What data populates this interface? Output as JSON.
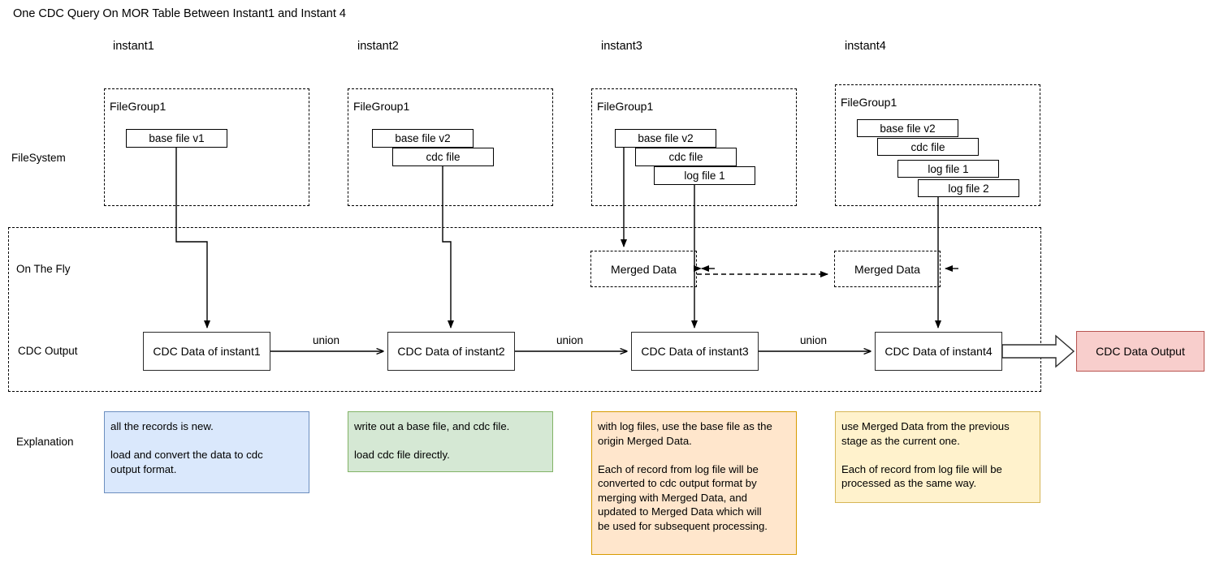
{
  "title": "One CDC Query On MOR Table Between Instant1 and Instant 4",
  "columns": [
    {
      "label": "instant1"
    },
    {
      "label": "instant2"
    },
    {
      "label": "instant3"
    },
    {
      "label": "instant4"
    }
  ],
  "rows": {
    "filesystem": "FileSystem",
    "on_the_fly": "On The Fly",
    "cdc_output": "CDC Output",
    "explanation": "Explanation"
  },
  "filegroups": [
    {
      "label": "FileGroup1",
      "files": [
        "base file v1"
      ]
    },
    {
      "label": "FileGroup1",
      "files": [
        "base file v2",
        "cdc file"
      ]
    },
    {
      "label": "FileGroup1",
      "files": [
        "base file v2",
        "cdc file",
        "log file 1"
      ]
    },
    {
      "label": "FileGroup1",
      "files": [
        "base file v2",
        "cdc file",
        "log file 1",
        "log file 2"
      ]
    }
  ],
  "merged_data": [
    {
      "label": "Merged Data"
    },
    {
      "label": "Merged Data"
    }
  ],
  "cdc_boxes": [
    {
      "label": "CDC Data of instant1"
    },
    {
      "label": "CDC Data of instant2"
    },
    {
      "label": "CDC Data of instant3"
    },
    {
      "label": "CDC Data of instant4"
    }
  ],
  "union_labels": [
    "union",
    "union",
    "union"
  ],
  "output": {
    "label": "CDC Data Output",
    "fill": "#f8cecc",
    "stroke": "#b85450"
  },
  "explanations": [
    {
      "text": "all the records is new.\n\nload and convert the data to cdc\noutput format.",
      "fill": "#dae8fc",
      "stroke": "#6c8ebf"
    },
    {
      "text": "write out a base file, and cdc file.\n\nload cdc file directly.",
      "fill": "#d5e8d4",
      "stroke": "#82b366"
    },
    {
      "text": "with log files, use the base file as the\norigin Merged Data.\n\nEach of record from log file will be\nconverted to cdc output format by\nmerging with Merged Data, and\nupdated to Merged Data which will\nbe used for subsequent processing.",
      "fill": "#ffe6cc",
      "stroke": "#d79b00"
    },
    {
      "text": "use Merged Data from the previous\nstage as the current one.\n\nEach of record from log file will be\nprocessed as the same way.",
      "fill": "#fff2cc",
      "stroke": "#d6b656"
    }
  ]
}
